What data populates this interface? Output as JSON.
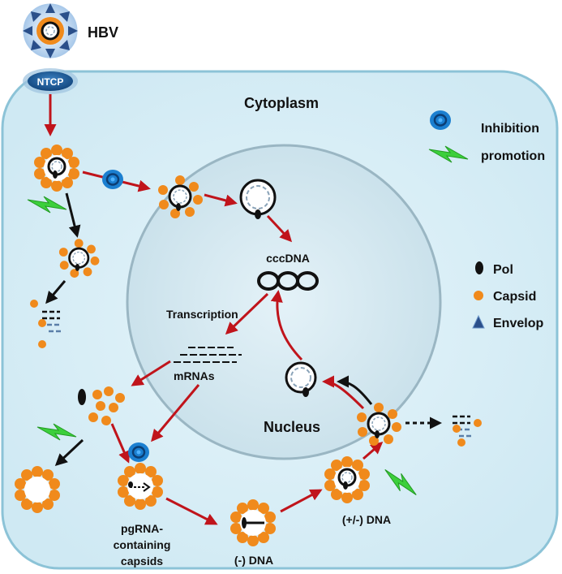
{
  "labels": {
    "virus": "HBV",
    "receptor": "NTCP",
    "cytoplasm": "Cytoplasm",
    "nucleus": "Nucleus",
    "cccdna": "cccDNA",
    "transcription": "Transcription",
    "mrnas": "mRNAs",
    "pgrna_line1": "pgRNA-",
    "pgrna_line2": "containing",
    "pgrna_line3": "capsids",
    "minus_dna": "(-) DNA",
    "plusminus_dna": "(+/-) DNA"
  },
  "legend": {
    "inhibition": "Inhibition",
    "promotion": "promotion",
    "pol": "Pol",
    "capsid": "Capsid",
    "envelop": "Envelop"
  },
  "colors": {
    "cell_fill": "#d9eff7",
    "cell_stroke": "#8cc3d7",
    "nucleus_fill": "#d5ebf3",
    "nucleus_stroke": "#9ab6c3",
    "capsid": "#f08a1c",
    "arrow_red": "#c0141b",
    "arrow_black": "#111111",
    "ntcp": "#1f5d9b",
    "inhibitor": "#1b7fd0",
    "lightning": "#3ccf3c",
    "envelope_spike": "#2a4f8a"
  }
}
